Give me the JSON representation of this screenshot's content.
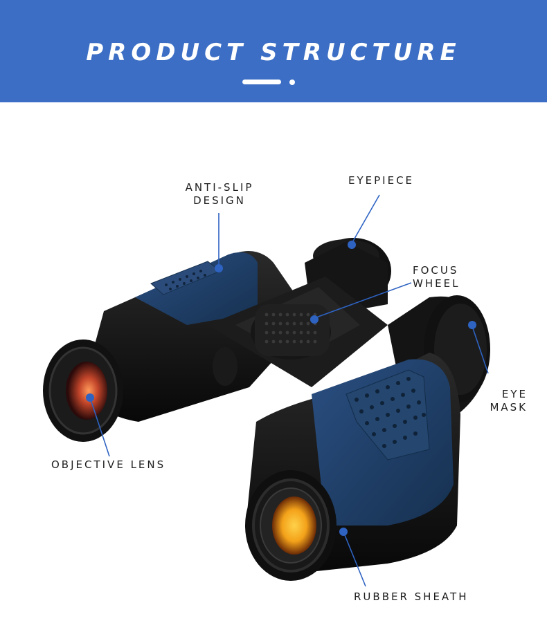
{
  "header": {
    "title": "PRODUCT STRUCTURE"
  },
  "colors": {
    "banner": "#3b6ec4",
    "callout": "#2e63c2",
    "body_blue": "#1f3d68",
    "rubber": "#141414"
  },
  "labels": {
    "anti_slip_line1": "ANTI-SLIP",
    "anti_slip_line2": "DESIGN",
    "eyepiece": "EYEPIECE",
    "focus_line1": "FOCUS",
    "focus_line2": "WHEEL",
    "eye_line1": "EYE",
    "eye_line2": "MASK",
    "objective_lens": "OBJECTIVE LENS",
    "rubber_sheath": "RUBBER SHEATH"
  }
}
